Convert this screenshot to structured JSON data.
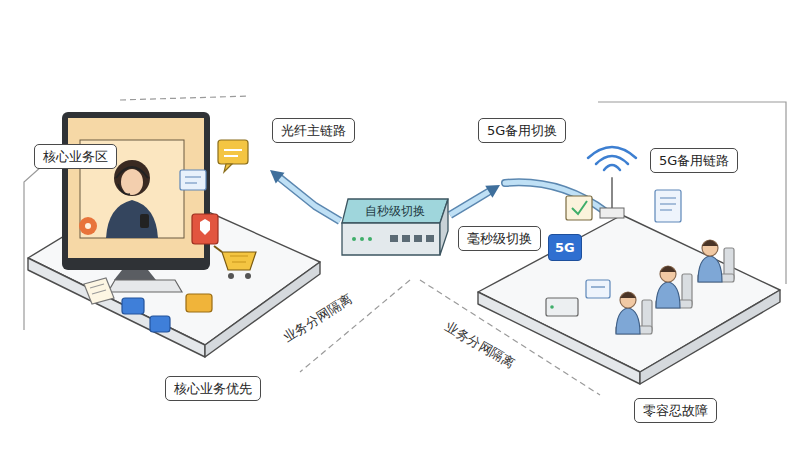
{
  "diagram": {
    "nodes": [
      {
        "text": [
          "核心业务区"
        ]
      },
      {
        "text": [
          "自秒级切换"
        ]
      },
      {
        "text": [
          "5G备用链路"
        ]
      }
    ],
    "edges": [
      {
        "from": 1,
        "to": 0,
        "label": "光纤主链路",
        "arrow": "to"
      },
      {
        "from": 1,
        "to": 2,
        "label": "5G备用切换",
        "arrow": "to"
      }
    ],
    "labels": [
      "毫秒级切换",
      "业务分网隔离",
      "业务分网隔离",
      "核心业务优先",
      "零容忍故障",
      "5G"
    ]
  }
}
